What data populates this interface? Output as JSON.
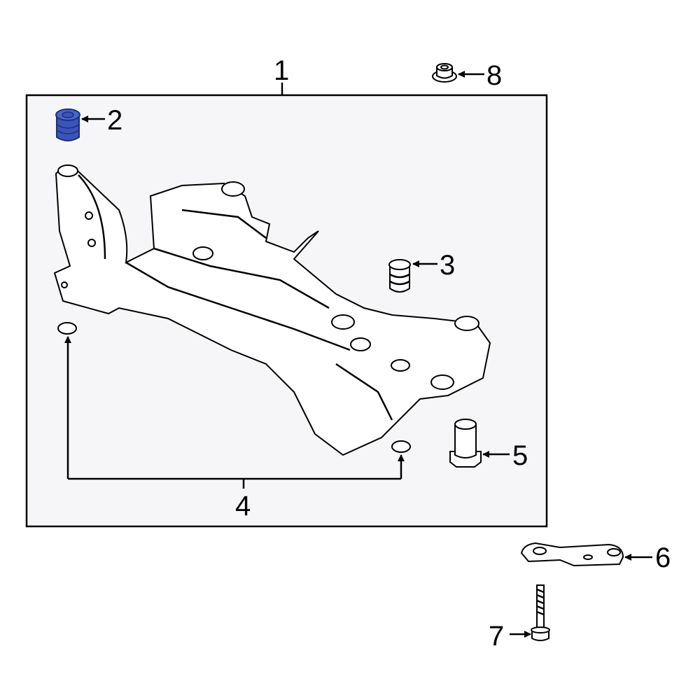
{
  "callouts": [
    {
      "number": "1"
    },
    {
      "number": "2"
    },
    {
      "number": "3"
    },
    {
      "number": "4"
    },
    {
      "number": "5"
    },
    {
      "number": "6"
    },
    {
      "number": "7"
    },
    {
      "number": "8"
    }
  ],
  "colors": {
    "highlight": "#3a55b8",
    "highlight_dark": "#1e2f7a",
    "box_fill": "#f6f6f8"
  },
  "highlighted_part": "2"
}
